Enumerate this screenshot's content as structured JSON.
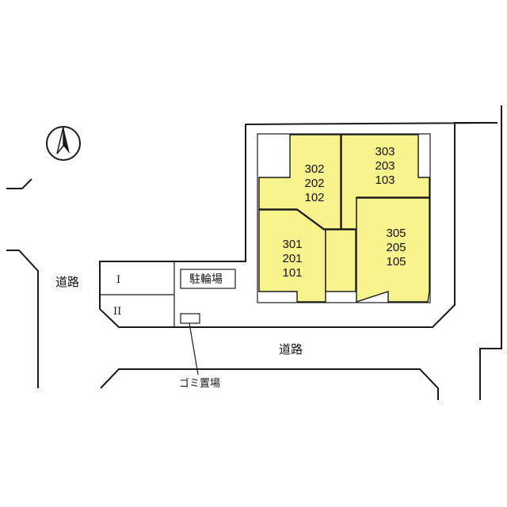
{
  "labels": {
    "road_left": "道路",
    "road_bottom": "道路",
    "bicycle_parking": "駐輪場",
    "garbage_area": "ゴミ置場",
    "zone_1": "I",
    "zone_2": "II"
  },
  "rooms": {
    "top_left": [
      "302",
      "202",
      "102"
    ],
    "top_right": [
      "303",
      "203",
      "103"
    ],
    "bottom_left": [
      "301",
      "201",
      "101"
    ],
    "bottom_right": [
      "305",
      "205",
      "105"
    ]
  },
  "colors": {
    "unit_fill": "#f7f38d",
    "line": "#1a1a1a"
  },
  "icons": {
    "compass": "north-arrow-icon"
  }
}
